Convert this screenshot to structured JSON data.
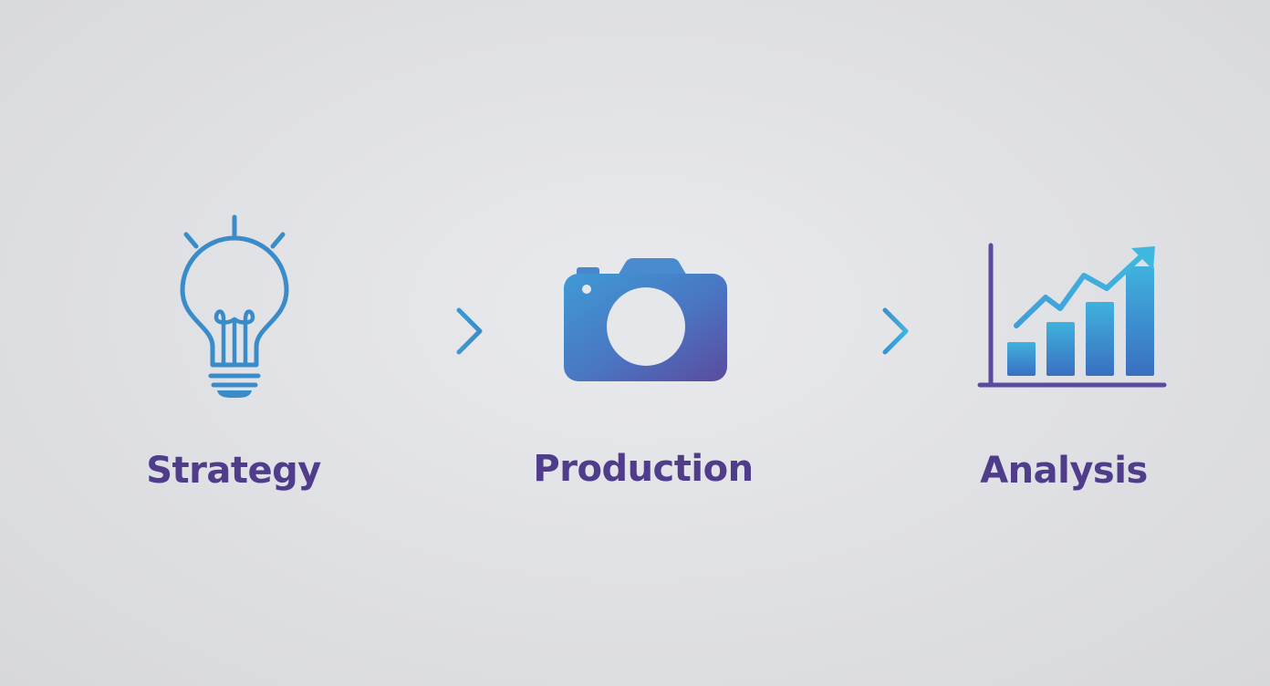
{
  "flow": {
    "steps": [
      {
        "label": "Strategy",
        "icon": "lightbulb-icon"
      },
      {
        "label": "Production",
        "icon": "camera-icon"
      },
      {
        "label": "Analysis",
        "icon": "bar-chart-growth-icon"
      }
    ],
    "connectors": [
      "arrow-right-icon",
      "arrow-right-icon"
    ]
  },
  "colors": {
    "background": "#dfe0e4",
    "icon_blue": "#3a8cc9",
    "icon_cyan": "#3fb4de",
    "icon_purple": "#5b4a9e",
    "label_text": "#4f3d8c"
  }
}
